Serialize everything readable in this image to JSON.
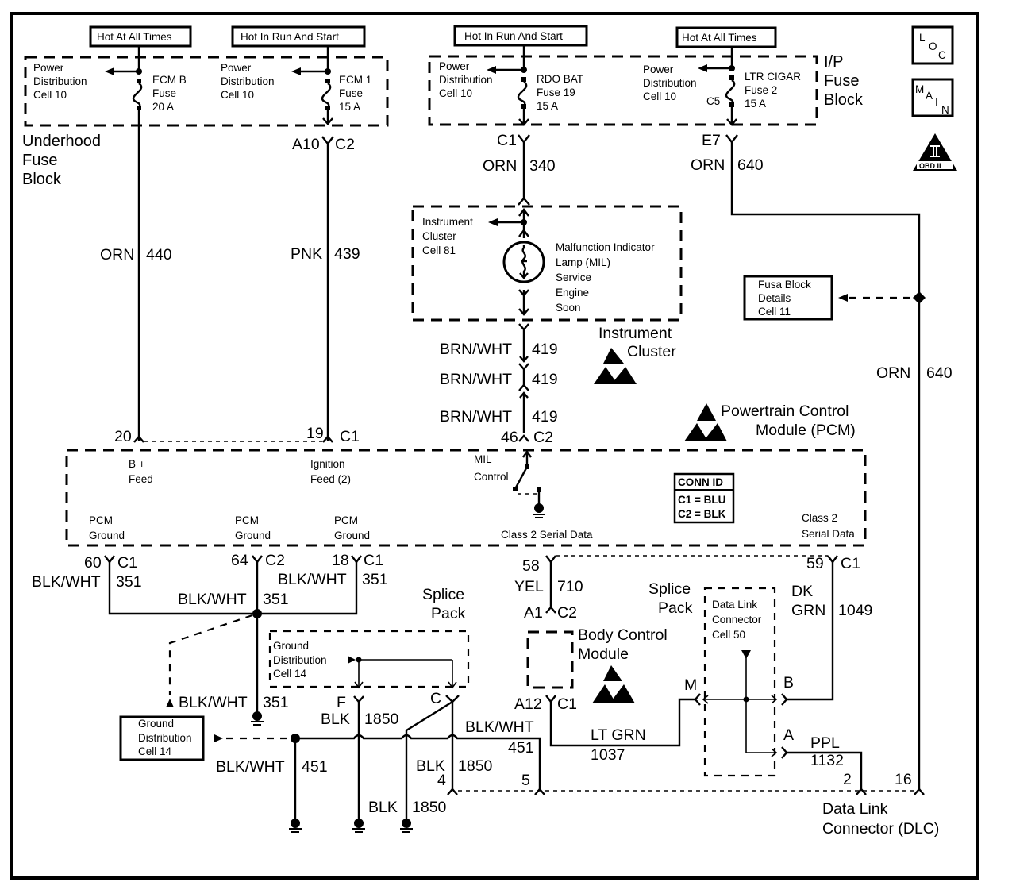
{
  "diagram": {
    "title": "MIL / Class 2 Serial Data / DLC Wiring Schematic",
    "nav_icons": {
      "loc": [
        "L",
        "O",
        "C"
      ],
      "main": [
        "M",
        "A",
        "I",
        "N"
      ],
      "obd": {
        "numeral": "II",
        "label": "OBD II"
      }
    },
    "power_labels": {
      "hot_all_times_1": "Hot At All Times",
      "hot_run_start_1": "Hot In Run And Start",
      "hot_run_start_2": "Hot In Run And Start",
      "hot_all_times_2": "Hot At All Times"
    },
    "underhood_fuse_block": {
      "name": [
        "Underhood",
        "Fuse",
        "Block"
      ],
      "pd1": [
        "Power",
        "Distribution",
        "Cell 10"
      ],
      "fuse1": [
        "ECM B",
        "Fuse",
        "20 A"
      ],
      "pd2": [
        "Power",
        "Distribution",
        "Cell 10"
      ],
      "fuse2": [
        "ECM 1",
        "Fuse",
        "15 A"
      ],
      "conn_pin": "A10",
      "conn_id": "C2"
    },
    "ip_fuse_block": {
      "name": [
        "I/P",
        "Fuse",
        "Block"
      ],
      "pd1": [
        "Power",
        "Distribution",
        "Cell 10"
      ],
      "fuse1": [
        "RDO BAT",
        "Fuse 19",
        "15 A"
      ],
      "pd2": [
        "Power",
        "Distribution",
        "Cell 10"
      ],
      "fuse2": [
        "LTR CIGAR",
        "Fuse 2",
        "15 A"
      ],
      "c5": "C5",
      "conn1": "C1",
      "conn2": "E7"
    },
    "wires": {
      "orn_440": {
        "color": "ORN",
        "circuit": "440"
      },
      "pnk_439": {
        "color": "PNK",
        "circuit": "439"
      },
      "orn_340": {
        "color": "ORN",
        "circuit": "340"
      },
      "orn_640_top": {
        "color": "ORN",
        "circuit": "640"
      },
      "orn_640_side": {
        "color": "ORN",
        "circuit": "640"
      },
      "brn_419_a": {
        "color": "BRN/WHT",
        "circuit": "419"
      },
      "brn_419_b": {
        "color": "BRN/WHT",
        "circuit": "419"
      },
      "brn_419_c": {
        "color": "BRN/WHT",
        "circuit": "419"
      },
      "blk_351_a": {
        "color": "BLK/WHT",
        "circuit": "351"
      },
      "blk_351_b": {
        "color": "BLK/WHT",
        "circuit": "351"
      },
      "blk_351_c": {
        "color": "BLK/WHT",
        "circuit": "351"
      },
      "blk_351_d": {
        "color": "BLK/WHT",
        "circuit": "351"
      },
      "blk_1850_a": {
        "color": "BLK",
        "circuit": "1850"
      },
      "blk_1850_b": {
        "color": "BLK",
        "circuit": "1850"
      },
      "blk_1850_c": {
        "color": "BLK",
        "circuit": "1850"
      },
      "blk_451_a": {
        "color": "BLK/WHT",
        "circuit": "451"
      },
      "blk_451_b": {
        "color": "BLK/WHT",
        "circuit": "451"
      },
      "yel_710": {
        "color": "YEL",
        "circuit": "710"
      },
      "dkgrn_1049": {
        "color": [
          "DK",
          "GRN"
        ],
        "circuit": "1049"
      },
      "ltgrn_1037": {
        "color": "LT GRN",
        "circuit": "1037"
      },
      "ppl_1132": {
        "color": "PPL",
        "circuit": "1132"
      }
    },
    "instrument_cluster": {
      "ref": [
        "Instrument",
        "Cluster",
        "Cell 81"
      ],
      "lamp": [
        "Malfunction Indicator",
        "Lamp (MIL)",
        "Service",
        "Engine",
        "Soon"
      ],
      "name": [
        "Instrument",
        "Cluster"
      ]
    },
    "fuse_block_details": [
      "Fusa Block",
      "Details",
      "Cell 11"
    ],
    "pcm": {
      "name": [
        "Powertrain Control",
        "Module (PCM)"
      ],
      "pins_top": {
        "p20": "20",
        "p19": "19",
        "c1": "C1",
        "p46": "46",
        "c2": "C2"
      },
      "b_feed": [
        "B +",
        "Feed"
      ],
      "ign_feed": [
        "Ignition",
        "Feed (2)"
      ],
      "mil_control": [
        "MIL",
        "Control"
      ],
      "gnd1": [
        "PCM",
        "Ground"
      ],
      "gnd2": [
        "PCM",
        "Ground"
      ],
      "gnd3": [
        "PCM",
        "Ground"
      ],
      "class2_a": "Class 2 Serial Data",
      "class2_b": [
        "Class 2",
        "Serial Data"
      ],
      "conn_id": {
        "header": "CONN ID",
        "c1": "C1 = BLU",
        "c2": "C2 = BLK"
      },
      "pins_bottom": {
        "p60": "60",
        "c1a": "C1",
        "p64": "64",
        "c2": "C2",
        "p18": "18",
        "c1b": "C1",
        "p58": "58",
        "p59": "59",
        "c1c": "C1"
      }
    },
    "splice_pack_ground": {
      "name": [
        "Splice",
        "Pack"
      ],
      "ref": [
        "Ground",
        "Distribution",
        "Cell 14"
      ],
      "pin_f": "F",
      "pin_c": "C"
    },
    "ground_distribution_box": [
      "Ground",
      "Distribution",
      "Cell 14"
    ],
    "bcm": {
      "name": [
        "Body Control",
        "Module"
      ],
      "pin_a1": "A1",
      "c2": "C2",
      "pin_a12": "A12",
      "c1": "C1"
    },
    "splice_pack_dlc": {
      "name": [
        "Splice",
        "Pack"
      ],
      "ref": [
        "Data Link",
        "Connector",
        "Cell 50"
      ],
      "pin_m": "M",
      "pin_b": "B",
      "pin_a": "A"
    },
    "dlc": {
      "name": [
        "Data Link",
        "Connector (DLC)"
      ],
      "pins": {
        "p4": "4",
        "p5": "5",
        "p2": "2",
        "p16": "16"
      }
    }
  }
}
